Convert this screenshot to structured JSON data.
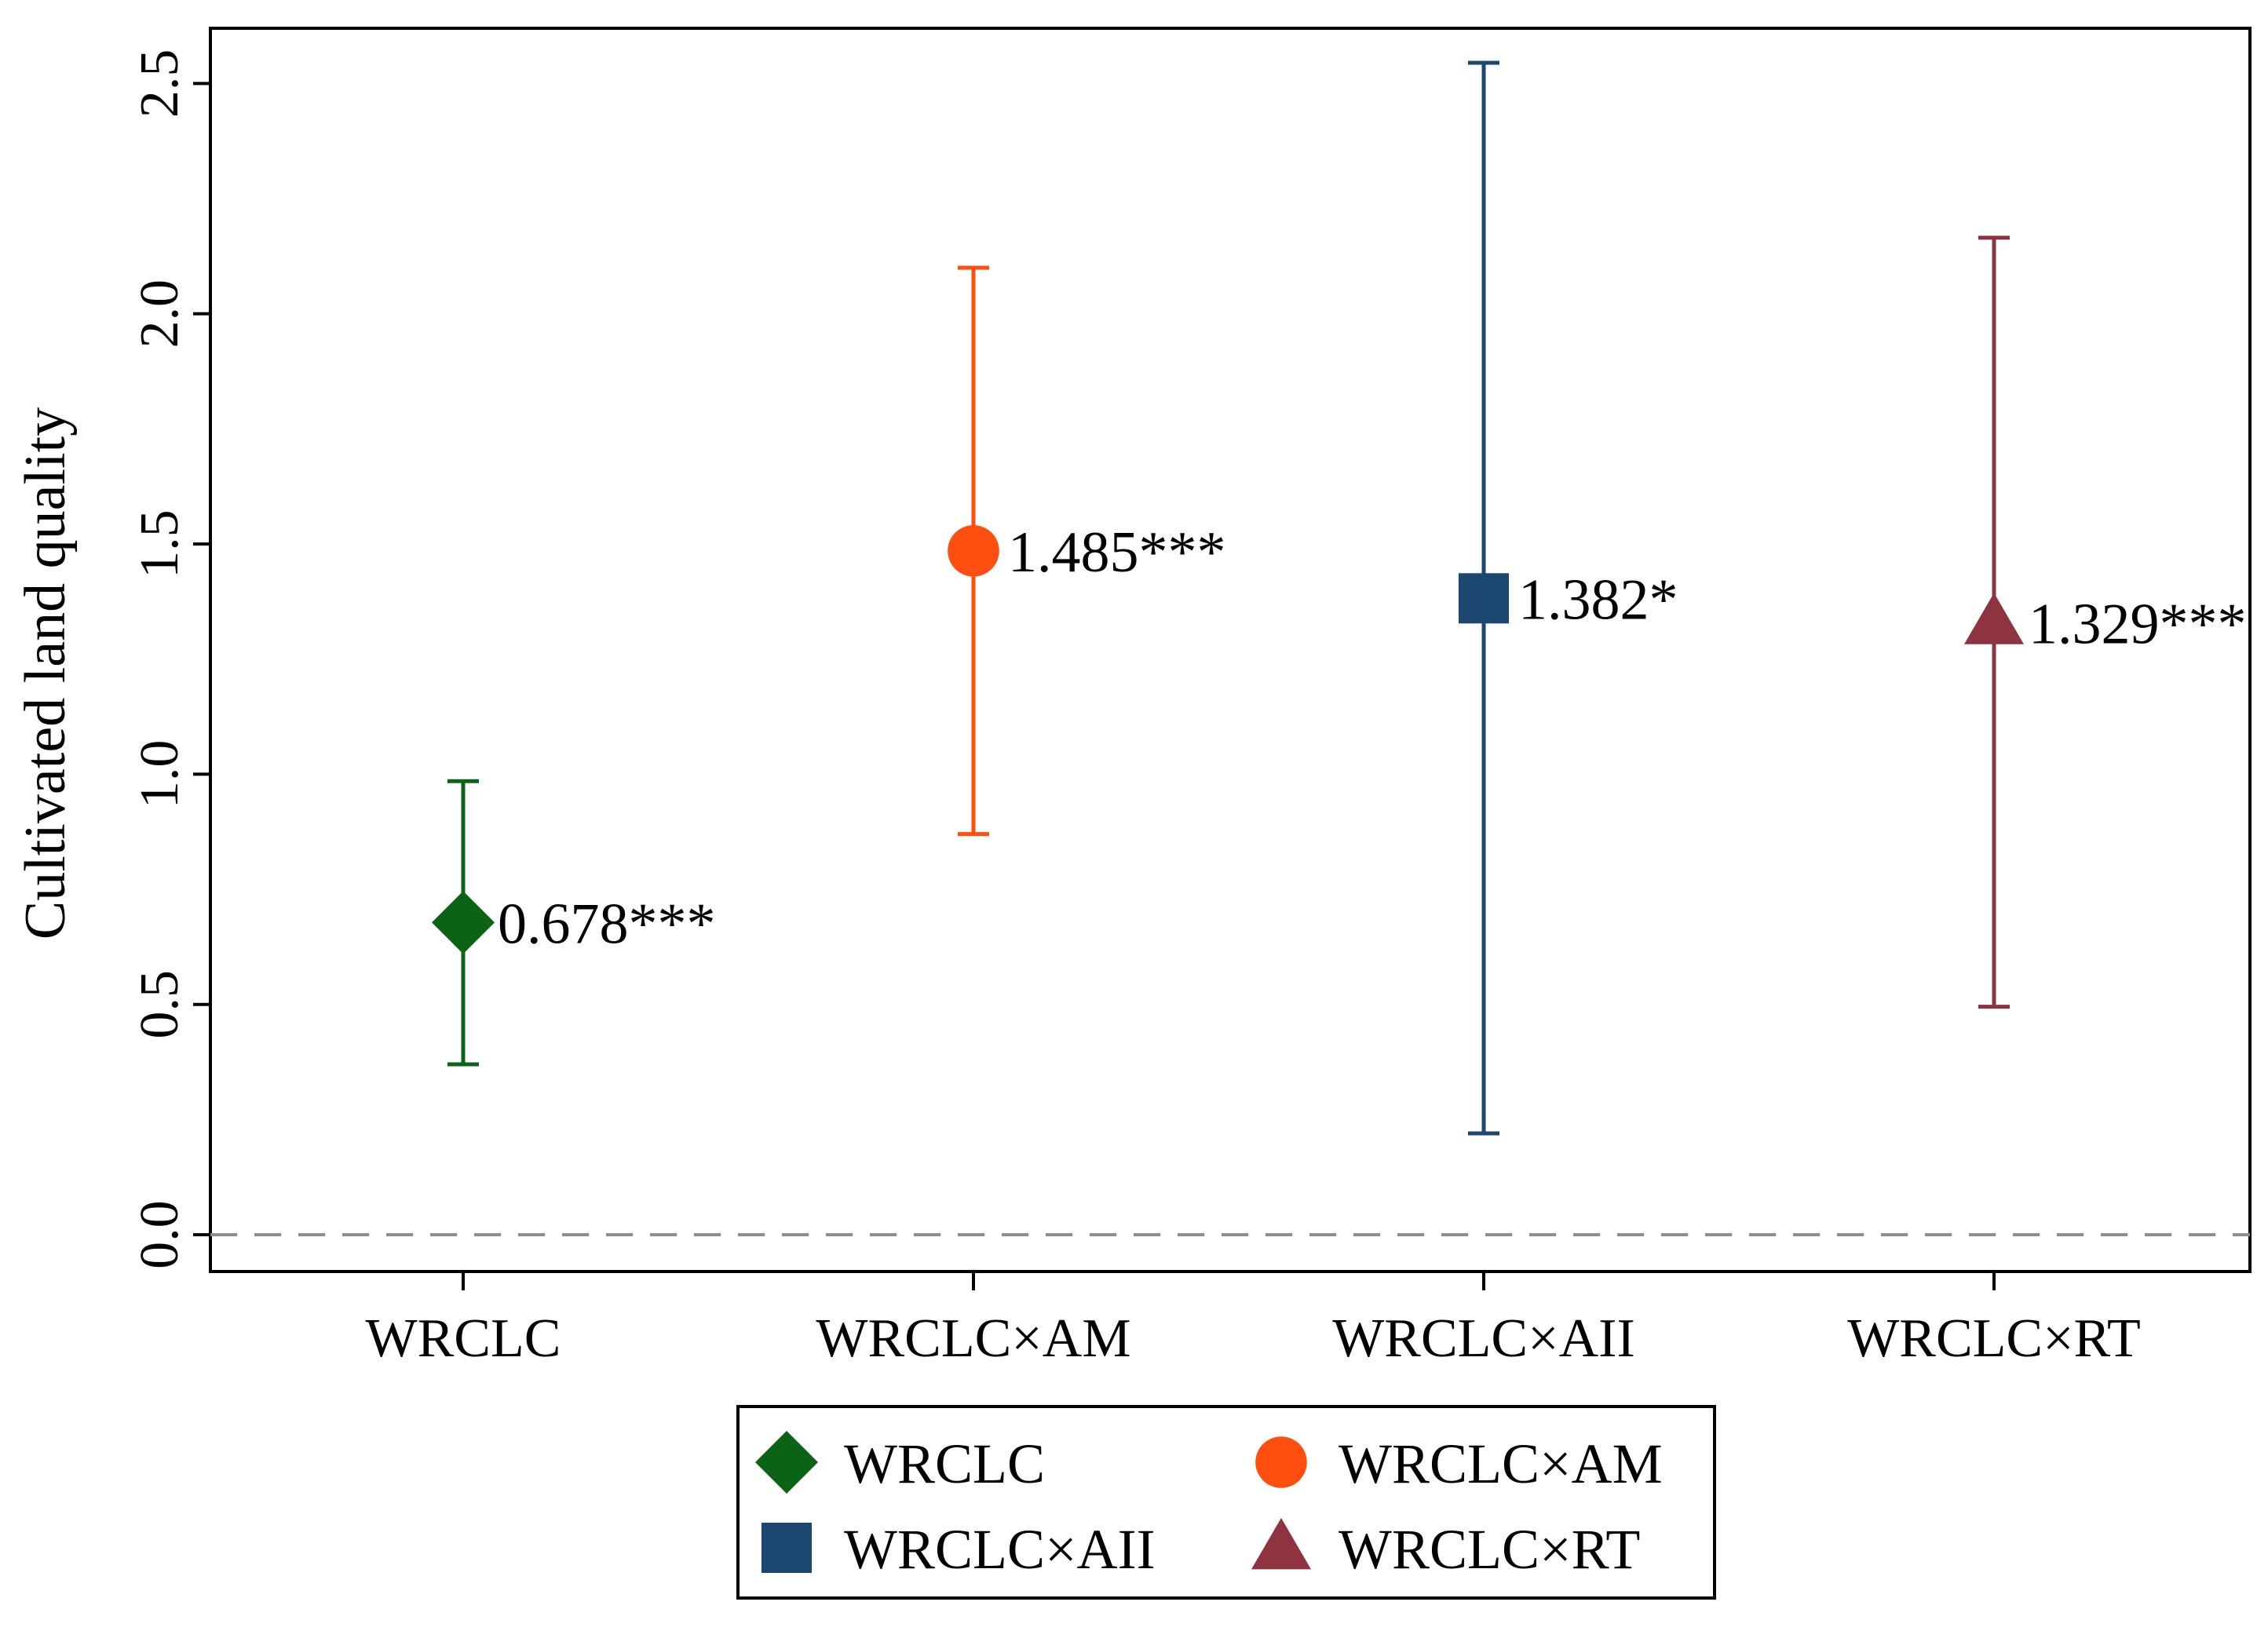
{
  "chart_data": {
    "type": "scatter",
    "title": "",
    "xlabel": "",
    "ylabel": "Cultivated land quality",
    "ylim": [
      -0.08,
      2.62
    ],
    "yticks": [
      0.0,
      0.5,
      1.0,
      1.5,
      2.0,
      2.5
    ],
    "ytick_labels": [
      "0.0",
      "0.5",
      "1.0",
      "1.5",
      "2.0",
      "2.5"
    ],
    "categories": [
      "WRCLC",
      "WRCLC×AM",
      "WRCLC×AII",
      "WRCLC×RT"
    ],
    "reference_line": {
      "y": 0.0,
      "style": "dashed",
      "color": "#8c8c8c"
    },
    "grid": false,
    "legend_position": "bottom",
    "series": [
      {
        "name": "WRCLC",
        "category": "WRCLC",
        "marker": "diamond",
        "color": "#0b6416",
        "estimate": 0.678,
        "ci_low": 0.37,
        "ci_high": 0.985,
        "label": "0.678***"
      },
      {
        "name": "WRCLC×AM",
        "category": "WRCLC×AM",
        "marker": "circle",
        "color": "#fe4f10",
        "estimate": 1.485,
        "ci_low": 0.87,
        "ci_high": 2.1,
        "label": "1.485***"
      },
      {
        "name": "WRCLC×AII",
        "category": "WRCLC×AII",
        "marker": "square",
        "color": "#1c4770",
        "estimate": 1.382,
        "ci_low": 0.22,
        "ci_high": 2.545,
        "label": "1.382*"
      },
      {
        "name": "WRCLC×RT",
        "category": "WRCLC×RT",
        "marker": "triangle",
        "color": "#8e3340",
        "estimate": 1.329,
        "ci_low": 0.495,
        "ci_high": 2.165,
        "label": "1.329***"
      }
    ]
  }
}
